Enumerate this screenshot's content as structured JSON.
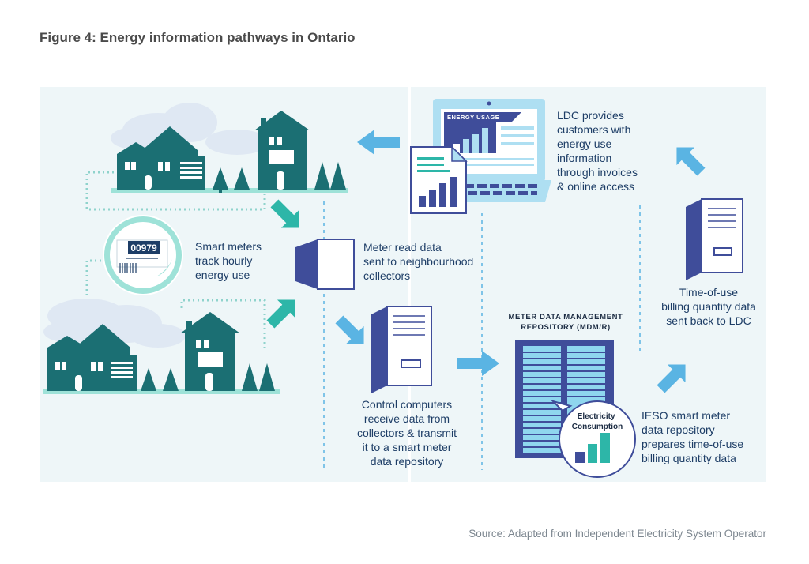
{
  "title": "Figure 4: Energy information pathways in Ontario",
  "labels": {
    "smart_meters": "Smart meters\ntrack hourly\nenergy use",
    "meter_read": "Meter read data\nsent to neighbourhood\ncollectors",
    "control_computers": "Control computers\nreceive data from\ncollectors & transmit\nit to a smart meter\ndata repository",
    "mdm_title": "METER DATA MANAGEMENT\nREPOSITORY (MDM/R)",
    "ieso": "IESO smart meter\ndata repository\nprepares time-of-use\nbilling quantity data",
    "time_of_use": "Time-of-use\nbilling quantity data\nsent back to LDC",
    "ldc": "LDC provides\ncustomers with\nenergy use\ninformation\nthrough invoices\n& online access"
  },
  "meter": {
    "reading": "00979"
  },
  "screen": {
    "heading": "ENERGY USAGE"
  },
  "bubble": {
    "text": "Electricity\nConsumption"
  },
  "source": "Source: Adapted from Independent Electricity System Operator",
  "colors": {
    "teal_house": "#1b6f73",
    "arrow_teal": "#2db6a8",
    "arrow_blue": "#5ab4e3",
    "navy": "#3f4d9a",
    "text": "#1d3d66",
    "panel_bg": "#eef6f8"
  }
}
